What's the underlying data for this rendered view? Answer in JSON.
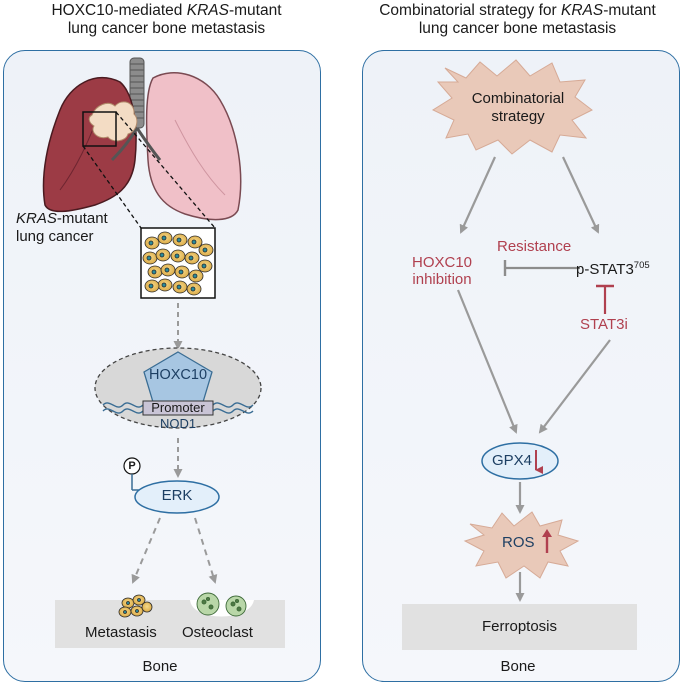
{
  "left": {
    "title_pre": "HOXC10-mediated ",
    "title_italic": "KRAS",
    "title_post": "-mutant",
    "title_line2": "lung cancer bone metastasis",
    "kras_label_italic": "KRAS",
    "kras_label_post": "-mutant",
    "kras_label_line2": "lung cancer",
    "hoxc10": "HOXC10",
    "promoter": "Promoter",
    "nod1": "NOD1",
    "phospho": "P",
    "erk": "ERK",
    "metastasis": "Metastasis",
    "osteoclast": "Osteoclast",
    "bone": "Bone"
  },
  "right": {
    "title_pre": "Combinatorial strategy for ",
    "title_italic": "KRAS",
    "title_post": "-mutant",
    "title_line2": "lung cancer bone metastasis",
    "strategy_line1": "Combinatorial",
    "strategy_line2": "strategy",
    "hoxc10_line1": "HOXC10",
    "hoxc10_line2": "inhibition",
    "resistance": "Resistance",
    "pstat3": "p-STAT3",
    "pstat3_sup": "705",
    "stat3i": "STAT3i",
    "gpx4": "GPX4",
    "ros": "ROS",
    "ferroptosis": "Ferroptosis",
    "bone": "Bone"
  },
  "colors": {
    "panel_border": "#2e6fa3",
    "red_text": "#b0404f",
    "arrow_gray": "#9a9a9a",
    "lung_dark": "#9c3b45",
    "lung_light": "#f0c0c8",
    "hoxc10_fill": "#a7c6e2",
    "erk_fill": "#e3effa",
    "star_fill": "#e9c9b9"
  }
}
